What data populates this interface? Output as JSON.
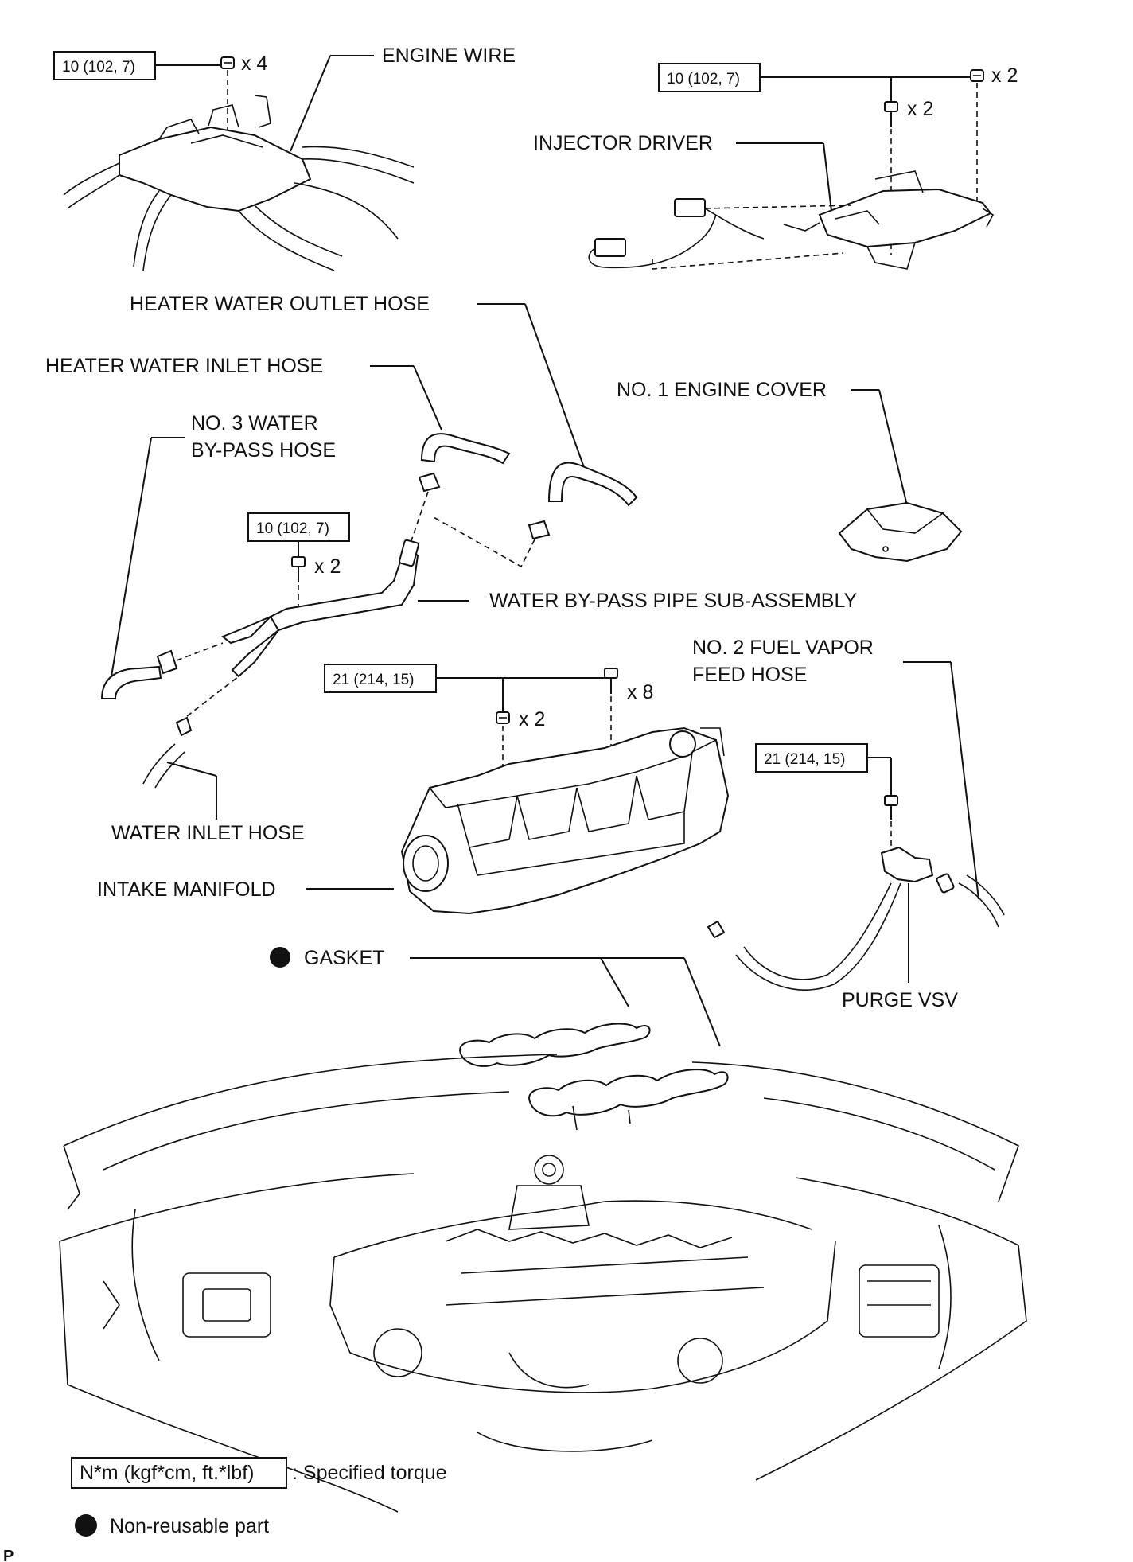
{
  "labels": {
    "engine_wire": "ENGINE WIRE",
    "injector_driver": "INJECTOR DRIVER",
    "heater_water_outlet_hose": "HEATER WATER OUTLET HOSE",
    "heater_water_inlet_hose": "HEATER WATER INLET HOSE",
    "no3_water_bypass_hose_line1": "NO. 3 WATER",
    "no3_water_bypass_hose_line2": "BY-PASS HOSE",
    "no1_engine_cover": "NO. 1 ENGINE COVER",
    "water_bypass_pipe": "WATER BY-PASS PIPE SUB-ASSEMBLY",
    "no2_fuel_vapor_line1": "NO. 2 FUEL VAPOR",
    "no2_fuel_vapor_line2": "FEED HOSE",
    "water_inlet_hose": "WATER INLET HOSE",
    "intake_manifold": "INTAKE MANIFOLD",
    "gasket": "GASKET",
    "purge_vsv": "PURGE VSV"
  },
  "torque": {
    "engine_wire": "10 (102, 7)",
    "injector_driver": "10 (102, 7)",
    "bypass_pipe": "10 (102, 7)",
    "intake_manifold": "21 (214, 15)",
    "purge_vsv": "21 (214, 15)"
  },
  "quantities": {
    "engine_wire_nut": "x 4",
    "injector_nut": "x 2",
    "injector_bolt": "x 2",
    "bypass_bolt": "x 2",
    "manifold_bolt": "x 8",
    "manifold_nut": "x 2"
  },
  "legend": {
    "torque_box": "N*m (kgf*cm, ft.*lbf)",
    "torque_text": ": Specified torque",
    "nonreusable_text": "Non-reusable part"
  },
  "corner_mark": "P"
}
